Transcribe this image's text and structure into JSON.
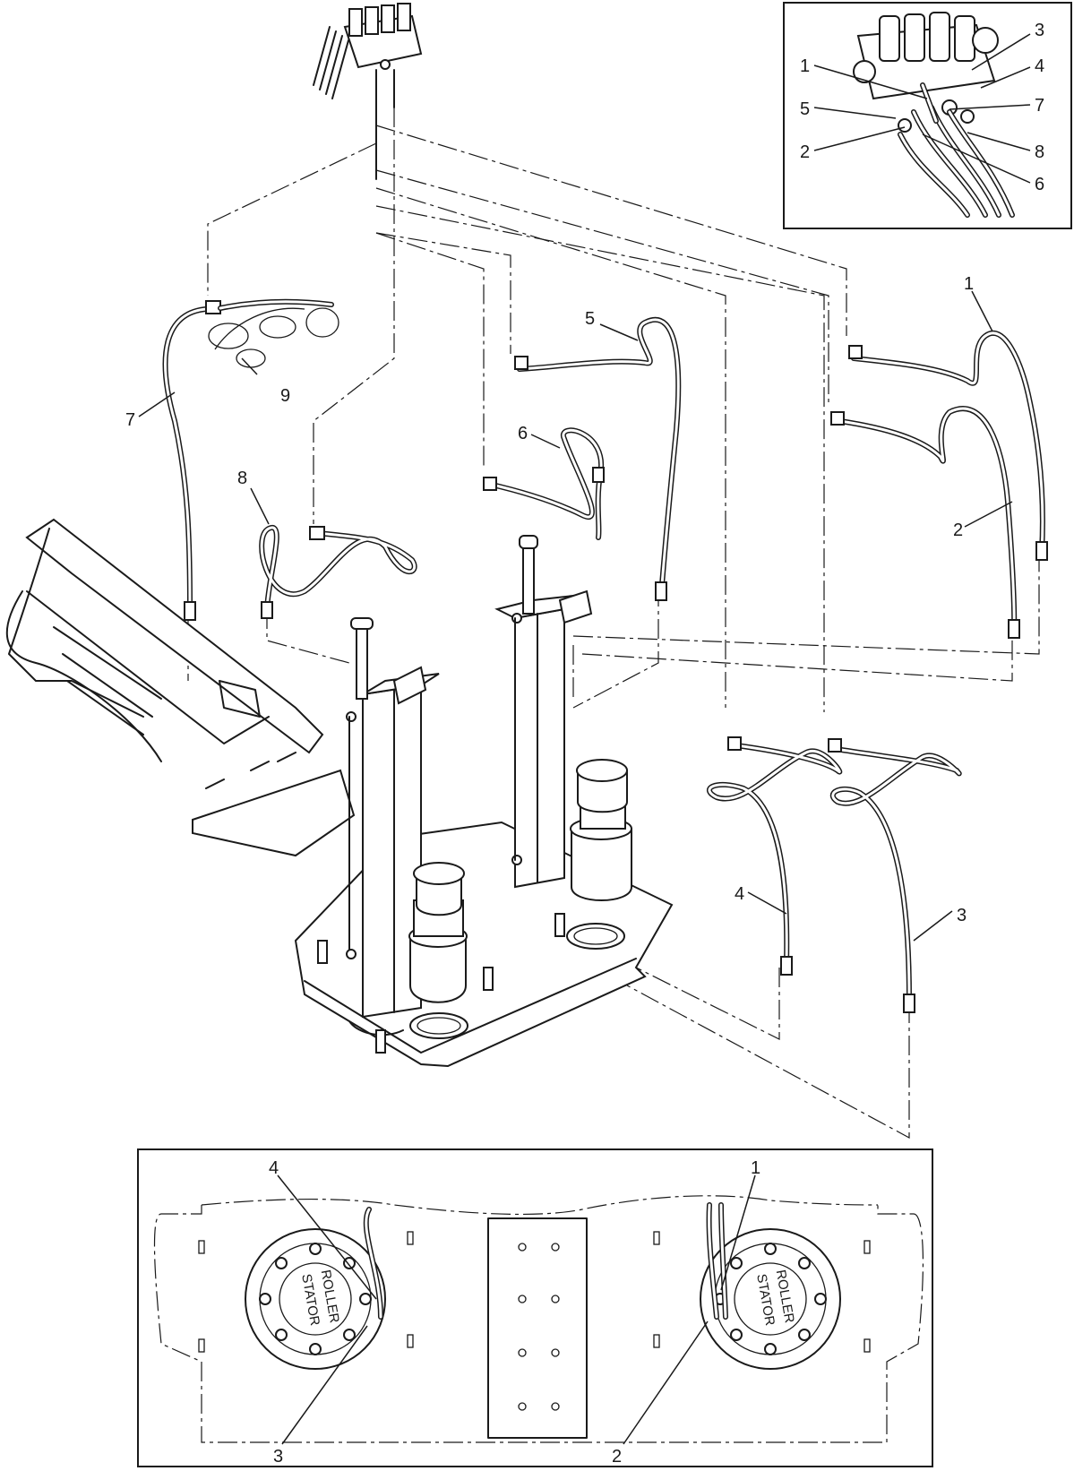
{
  "main_view": {
    "callouts": {
      "hose_1": "1",
      "hose_2": "2",
      "hose_3": "3",
      "hose_4": "4",
      "hose_5": "5",
      "hose_6": "6",
      "hose_7": "7",
      "hose_8": "8",
      "clamp_9": "9"
    }
  },
  "valve_detail": {
    "callouts": [
      "3",
      "1",
      "4",
      "5",
      "7",
      "2",
      "8",
      "6"
    ]
  },
  "bottom_detail": {
    "callouts": {
      "left_top": "4",
      "left_bottom": "3",
      "right_top": "1",
      "right_bottom": "2"
    },
    "motor_stamp_line1": "ROLLER",
    "motor_stamp_line2": "STATOR"
  }
}
